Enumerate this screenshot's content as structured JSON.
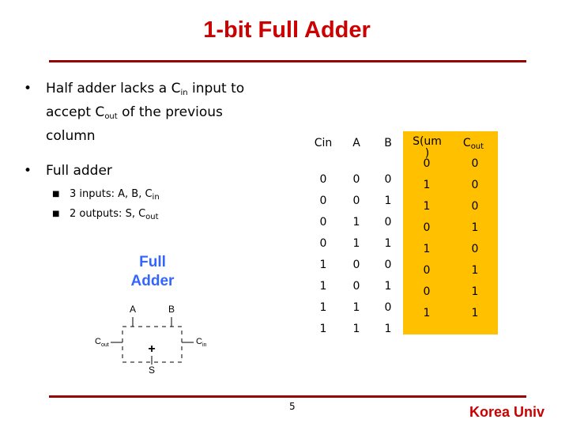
{
  "title": "1-bit Full Adder",
  "bullets": {
    "b1": {
      "pre": "Half adder lacks a C",
      "sub1": "in",
      "mid": " input to accept C",
      "sub2": "out",
      "post": " of the previous column"
    },
    "b2": {
      "text": "Full adder"
    },
    "s1": {
      "text": "3 inputs: A, B, C",
      "sub": "in"
    },
    "s2": {
      "text": "2 outputs: S, C",
      "sub": "out"
    }
  },
  "diagram": {
    "line1": "Full",
    "line2": "Adder",
    "a": "A",
    "b": "B",
    "cout_main": "C",
    "cout_sub": "out",
    "cin_main": "C",
    "cin_sub": "in",
    "plus": "+",
    "s": "S"
  },
  "table": {
    "headers": {
      "cin": "Cin",
      "a": "A",
      "b": "B",
      "s_line1": "S(um",
      "s_line2": ")",
      "cout_main": "C",
      "cout_sub": "out"
    },
    "rows": [
      [
        "0",
        "0",
        "0"
      ],
      [
        "0",
        "0",
        "1"
      ],
      [
        "0",
        "1",
        "0"
      ],
      [
        "0",
        "1",
        "1"
      ],
      [
        "1",
        "0",
        "0"
      ],
      [
        "1",
        "0",
        "1"
      ],
      [
        "1",
        "1",
        "0"
      ],
      [
        "1",
        "1",
        "1"
      ]
    ],
    "s_col": [
      "0",
      "1",
      "1",
      "0",
      "1",
      "0",
      "0",
      "1"
    ],
    "cout_col": [
      "0",
      "0",
      "0",
      "1",
      "0",
      "1",
      "1",
      "1"
    ]
  },
  "footer": {
    "page": "5",
    "brand": "Korea Univ"
  },
  "colors": {
    "title": "#cc0000",
    "rule": "#990000",
    "shade": "#ffc000",
    "diagram_text": "#3366ff"
  }
}
